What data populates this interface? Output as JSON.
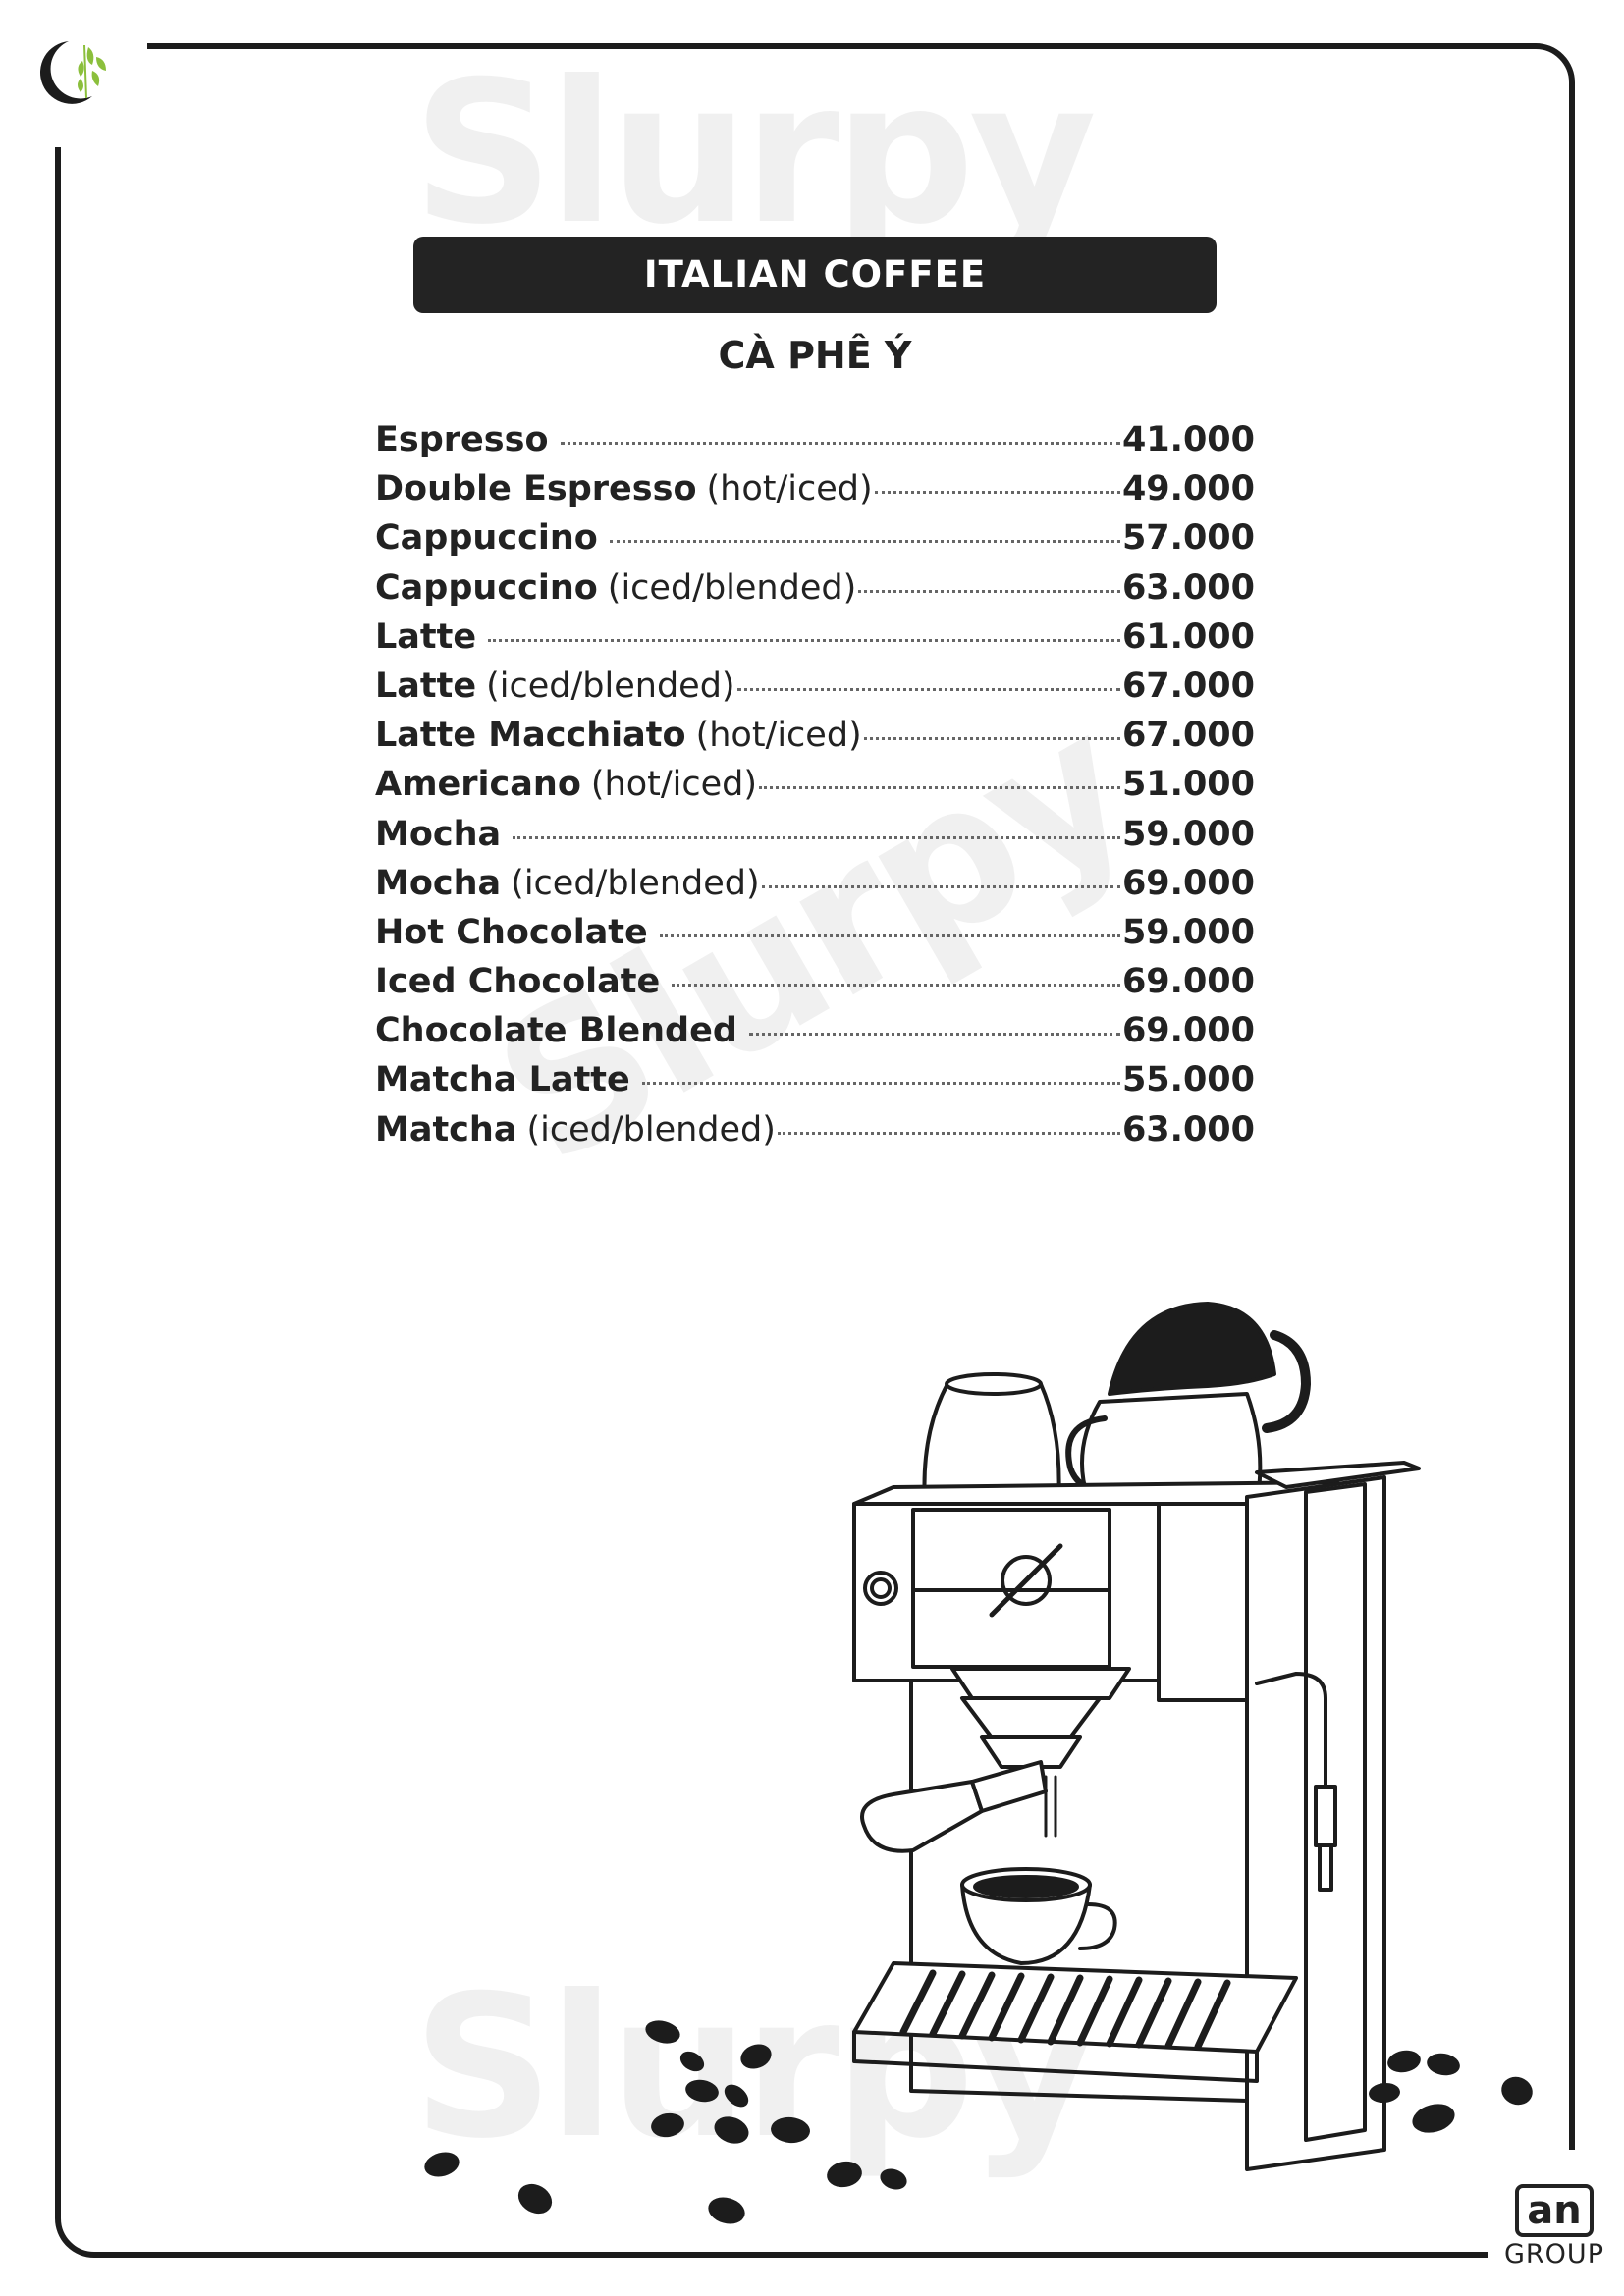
{
  "watermark": "Slurpy",
  "header": {
    "title": "ITALIAN COFFEE",
    "subtitle": "CÀ PHÊ Ý"
  },
  "menu": [
    {
      "name": "Espresso",
      "note": "",
      "price": "41.000"
    },
    {
      "name": "Double Espresso",
      "note": "(hot/iced)",
      "price": "49.000"
    },
    {
      "name": "Cappuccino",
      "note": "",
      "price": "57.000"
    },
    {
      "name": "Cappuccino",
      "note": "(iced/blended)",
      "price": "63.000"
    },
    {
      "name": "Latte",
      "note": "",
      "price": "61.000"
    },
    {
      "name": "Latte",
      "note": "(iced/blended)",
      "price": "67.000"
    },
    {
      "name": "Latte Macchiato",
      "note": "(hot/iced)",
      "price": "67.000"
    },
    {
      "name": "Americano",
      "note": "(hot/iced)",
      "price": "51.000"
    },
    {
      "name": "Mocha",
      "note": "",
      "price": "59.000"
    },
    {
      "name": "Mocha",
      "note": "(iced/blended)",
      "price": "69.000"
    },
    {
      "name": "Hot Chocolate",
      "note": "",
      "price": "59.000"
    },
    {
      "name": "Iced Chocolate",
      "note": "",
      "price": "69.000"
    },
    {
      "name": "Chocolate Blended",
      "note": "",
      "price": "69.000"
    },
    {
      "name": "Matcha Latte",
      "note": "",
      "price": "55.000"
    },
    {
      "name": "Matcha",
      "note": "(iced/blended)",
      "price": "63.000"
    }
  ],
  "brand": {
    "logo_text": "an",
    "group_text": "GROUP"
  },
  "colors": {
    "ink": "#222222",
    "header_bg": "#232323",
    "header_text": "#ffffff",
    "leaf": "#8bbf3c"
  },
  "icons": {
    "top_logo": "moon-leaf-icon",
    "illustration": "espresso-machine-icon",
    "beans": "coffee-beans-icon"
  }
}
